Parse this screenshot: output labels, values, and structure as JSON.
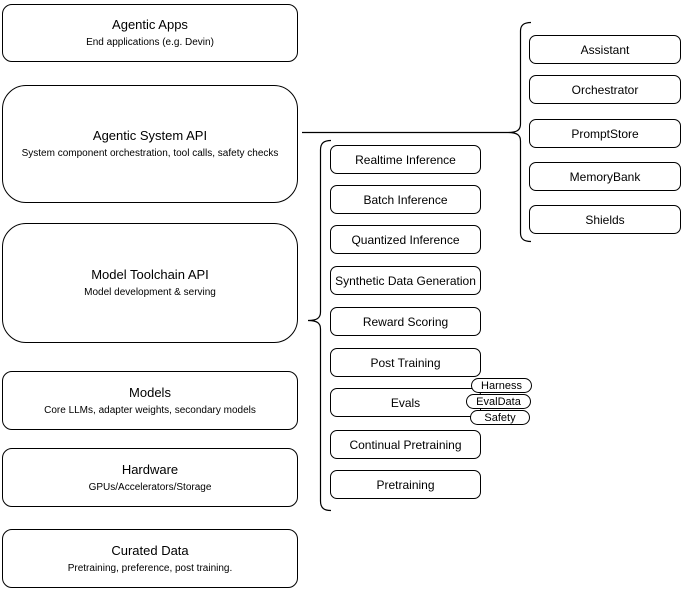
{
  "canvas": {
    "background": "#ffffff",
    "border_color": "#000000",
    "text_color": "#000000"
  },
  "left_stack": [
    {
      "title": "Agentic Apps",
      "subtitle": "End applications (e.g. Devin)"
    },
    {
      "title": "Agentic System API",
      "subtitle": "System component orchestration, tool calls, safety checks"
    },
    {
      "title": "Model Toolchain API",
      "subtitle": "Model development & serving"
    },
    {
      "title": "Models",
      "subtitle": "Core LLMs, adapter weights, secondary models"
    },
    {
      "title": "Hardware",
      "subtitle": "GPUs/Accelerators/Storage"
    },
    {
      "title": "Curated Data",
      "subtitle": "Pretraining, preference, post training."
    }
  ],
  "toolchain": {
    "items": [
      "Realtime Inference",
      "Batch Inference",
      "Quantized Inference",
      "Synthetic Data Generation",
      "Reward Scoring",
      "Post Training",
      "Evals",
      "Continual Pretraining",
      "Pretraining"
    ],
    "eval_pills": [
      "Harness",
      "EvalData",
      "Safety"
    ]
  },
  "system": {
    "items": [
      "Assistant",
      "Orchestrator",
      "PromptStore",
      "MemoryBank",
      "Shields"
    ]
  }
}
